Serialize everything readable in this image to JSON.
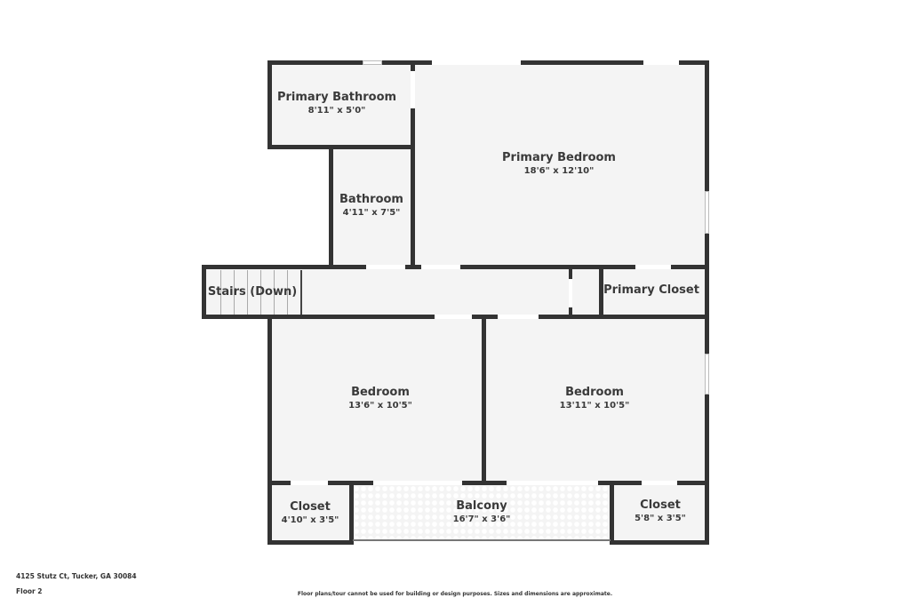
{
  "plan": {
    "address": "4125 Stutz Ct, Tucker, GA 30084",
    "floor": "Floor 2",
    "disclaimer": "Floor plans/tour cannot be used for building or design purposes. Sizes and dimensions are approximate.",
    "colors": {
      "wall": "#333333",
      "room_fill": "#f4f4f4",
      "text": "#3a3a3a",
      "background": "#ffffff"
    }
  },
  "rooms": [
    {
      "name": "Primary Bathroom",
      "dims": "8'11\" x 5'0\""
    },
    {
      "name": "Primary Bedroom",
      "dims": "18'6\" x 12'10\""
    },
    {
      "name": "Bathroom",
      "dims": "4'11\" x 7'5\""
    },
    {
      "name": "Stairs (Down)",
      "dims": ""
    },
    {
      "name": "Primary Closet",
      "dims": ""
    },
    {
      "name": "Bedroom",
      "dims": "13'6\" x 10'5\""
    },
    {
      "name": "Bedroom",
      "dims": "13'11\" x 10'5\""
    },
    {
      "name": "Closet",
      "dims": "4'10\" x 3'5\""
    },
    {
      "name": "Balcony",
      "dims": "16'7\" x 3'6\""
    },
    {
      "name": "Closet",
      "dims": "5'8\" x 3'5\""
    }
  ]
}
